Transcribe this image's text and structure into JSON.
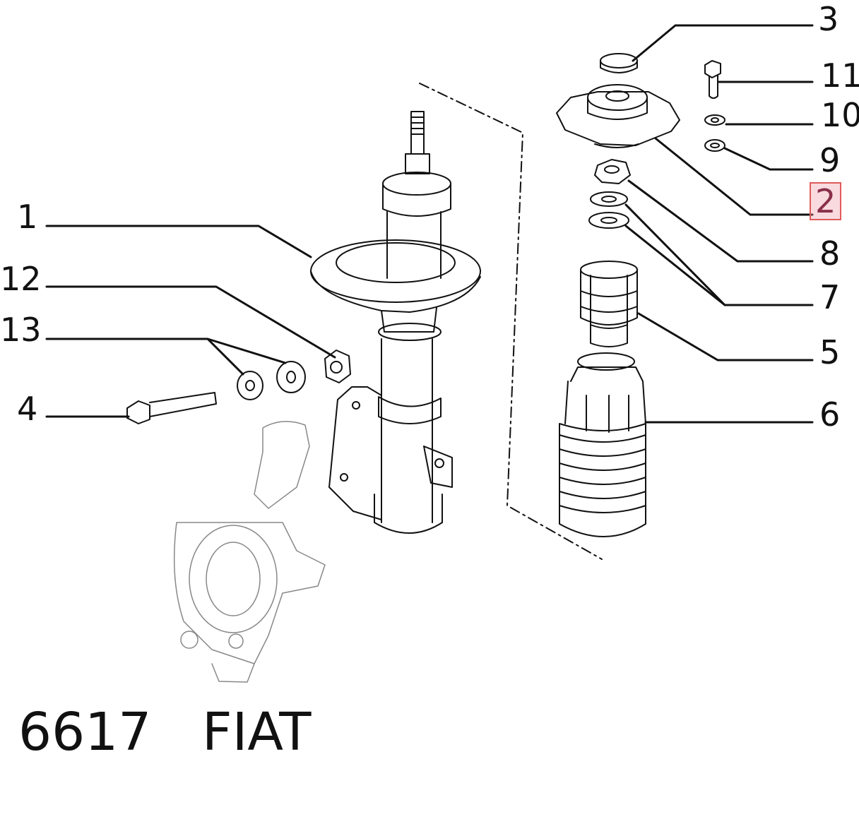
{
  "diagram": {
    "callouts": [
      {
        "id": "1",
        "label": "1"
      },
      {
        "id": "2",
        "label": "2",
        "highlighted": true
      },
      {
        "id": "3",
        "label": "3"
      },
      {
        "id": "4",
        "label": "4"
      },
      {
        "id": "5",
        "label": "5"
      },
      {
        "id": "6",
        "label": "6"
      },
      {
        "id": "7",
        "label": "7"
      },
      {
        "id": "8",
        "label": "8"
      },
      {
        "id": "9",
        "label": "9"
      },
      {
        "id": "10",
        "label": "10"
      },
      {
        "id": "11",
        "label": "11"
      },
      {
        "id": "12",
        "label": "12"
      },
      {
        "id": "13",
        "label": "13"
      }
    ],
    "highlight_color": "#e05a5a",
    "line_color": "#111111"
  },
  "footer": {
    "code": "6617",
    "brand": "FIAT"
  }
}
